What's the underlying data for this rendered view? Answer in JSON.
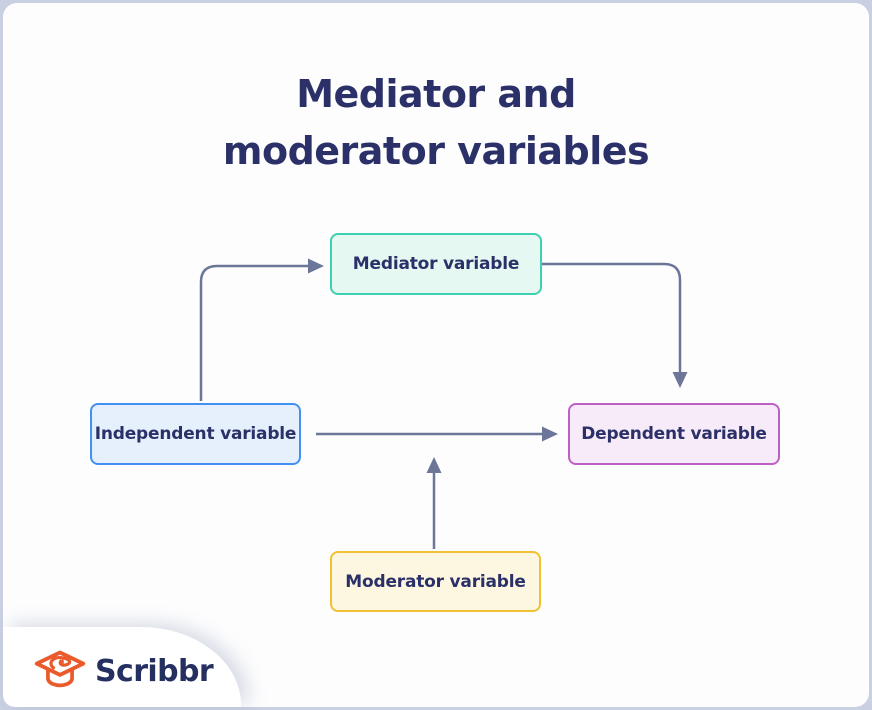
{
  "title": {
    "line1": "Mediator and",
    "line2": "moderator variables"
  },
  "diagram": {
    "nodes": [
      {
        "id": "mediator",
        "label": "Mediator variable",
        "fill": "#e5f8f2",
        "border": "#3ecfb4"
      },
      {
        "id": "independent",
        "label": "Independent variable",
        "fill": "#e6f0fd",
        "border": "#4291f2"
      },
      {
        "id": "dependent",
        "label": "Dependent variable",
        "fill": "#f7eaf9",
        "border": "#bd60c6"
      },
      {
        "id": "moderator",
        "label": "Moderator variable",
        "fill": "#fdf6e1",
        "border": "#f0c233"
      }
    ],
    "edges": [
      {
        "from": "independent",
        "to": "mediator"
      },
      {
        "from": "mediator",
        "to": "dependent"
      },
      {
        "from": "independent",
        "to": "dependent"
      },
      {
        "from": "moderator",
        "to": "independent-dependent-arrow"
      }
    ],
    "arrow_color": "#6b7698"
  },
  "logo": {
    "text": "Scribbr",
    "icon": "graduation-cap-icon",
    "icon_color": "#ea5a2b",
    "text_color": "#253061"
  },
  "colors": {
    "page_background": "#c9d0e2",
    "card_background": "#fdfdfe",
    "tab_background": "#ffffff",
    "title_text": "#2b3168"
  }
}
